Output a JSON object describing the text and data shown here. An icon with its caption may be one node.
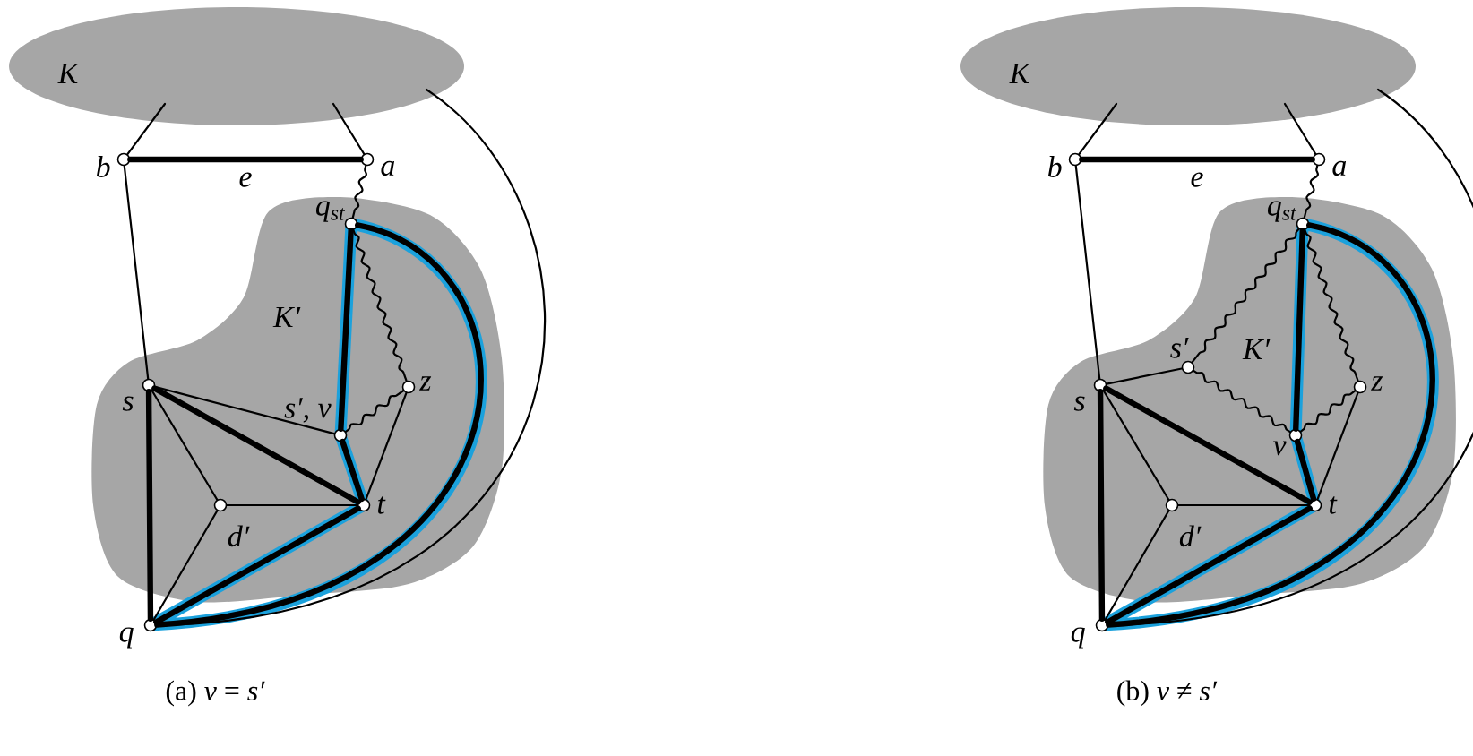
{
  "diagram": {
    "nodes": [
      {
        "text": [
          "K"
        ]
      },
      {
        "text": [],
        "shape": "circle",
        "beside": [
          "b"
        ]
      },
      {
        "text": [],
        "shape": "circle",
        "beside": [
          "a"
        ]
      },
      {
        "text": [
          "K′"
        ]
      },
      {
        "text": [],
        "shape": "circle",
        "beside": [
          "q$_{st}$"
        ],
        "in": 3
      },
      {
        "text": [],
        "shape": "circle",
        "beside": [
          "z"
        ],
        "in": 3
      },
      {
        "text": [],
        "shape": "circle",
        "beside": [
          "s′, v"
        ],
        "in": 3
      },
      {
        "text": [],
        "shape": "circle",
        "beside": [
          "s"
        ],
        "in": 3
      },
      {
        "text": [],
        "shape": "circle",
        "beside": [
          "d′"
        ],
        "in": 3
      },
      {
        "text": [],
        "shape": "circle",
        "beside": [
          "t"
        ],
        "in": 3
      },
      {
        "text": [],
        "shape": "circle",
        "beside": [
          "q"
        ]
      },
      {
        "text": [
          "K"
        ]
      },
      {
        "text": [],
        "shape": "circle",
        "beside": [
          "b"
        ]
      },
      {
        "text": [],
        "shape": "circle",
        "beside": [
          "a"
        ]
      },
      {
        "text": [
          "K′"
        ]
      },
      {
        "text": [],
        "shape": "circle",
        "beside": [
          "q$_{st}$"
        ],
        "in": 14
      },
      {
        "text": [],
        "shape": "circle",
        "beside": [
          "s′"
        ],
        "in": 14
      },
      {
        "text": [],
        "shape": "circle",
        "beside": [
          "z"
        ],
        "in": 14
      },
      {
        "text": [],
        "shape": "circle",
        "beside": [
          "v"
        ],
        "in": 14
      },
      {
        "text": [],
        "shape": "circle",
        "beside": [
          "s"
        ],
        "in": 14
      },
      {
        "text": [],
        "shape": "circle",
        "beside": [
          "d′"
        ],
        "in": 14
      },
      {
        "text": [],
        "shape": "circle",
        "beside": [
          "t"
        ],
        "in": 14
      },
      {
        "text": [],
        "shape": "circle",
        "beside": [
          "q"
        ]
      }
    ],
    "edges": [
      {
        "from": 0,
        "to": 1,
        "arrow": "none"
      },
      {
        "from": 0,
        "to": 2,
        "arrow": "none"
      },
      {
        "from": 0,
        "to": 10,
        "arrow": "none"
      },
      {
        "from": 1,
        "to": 2,
        "arrow": "none",
        "label": "e",
        "style": "thick"
      },
      {
        "from": 1,
        "to": 7,
        "arrow": "none"
      },
      {
        "from": 2,
        "to": 4,
        "arrow": "none"
      },
      {
        "from": 4,
        "to": 6,
        "arrow": "none",
        "style": "thick"
      },
      {
        "from": 4,
        "to": 5,
        "arrow": "none"
      },
      {
        "from": 4,
        "to": 10,
        "arrow": "none",
        "style": "thick"
      },
      {
        "from": 7,
        "to": 6,
        "arrow": "none"
      },
      {
        "from": 6,
        "to": 5,
        "arrow": "none"
      },
      {
        "from": 6,
        "to": 9,
        "arrow": "none",
        "style": "thick"
      },
      {
        "from": 5,
        "to": 9,
        "arrow": "none"
      },
      {
        "from": 7,
        "to": 9,
        "arrow": "none",
        "style": "thick"
      },
      {
        "from": 7,
        "to": 8,
        "arrow": "none"
      },
      {
        "from": 7,
        "to": 10,
        "arrow": "none",
        "style": "thick"
      },
      {
        "from": 8,
        "to": 9,
        "arrow": "none"
      },
      {
        "from": 8,
        "to": 10,
        "arrow": "none"
      },
      {
        "from": 9,
        "to": 10,
        "arrow": "none",
        "style": "thick"
      },
      {
        "from": 11,
        "to": 12,
        "arrow": "none"
      },
      {
        "from": 11,
        "to": 13,
        "arrow": "none"
      },
      {
        "from": 11,
        "to": 22,
        "arrow": "none"
      },
      {
        "from": 12,
        "to": 13,
        "arrow": "none",
        "label": "e",
        "style": "thick"
      },
      {
        "from": 12,
        "to": 19,
        "arrow": "none"
      },
      {
        "from": 13,
        "to": 15,
        "arrow": "none"
      },
      {
        "from": 15,
        "to": 16,
        "arrow": "none"
      },
      {
        "from": 15,
        "to": 18,
        "arrow": "none",
        "style": "thick"
      },
      {
        "from": 15,
        "to": 17,
        "arrow": "none"
      },
      {
        "from": 15,
        "to": 22,
        "arrow": "none",
        "style": "thick"
      },
      {
        "from": 19,
        "to": 16,
        "arrow": "none"
      },
      {
        "from": 16,
        "to": 18,
        "arrow": "none"
      },
      {
        "from": 18,
        "to": 17,
        "arrow": "none"
      },
      {
        "from": 18,
        "to": 21,
        "arrow": "none",
        "style": "thick"
      },
      {
        "from": 17,
        "to": 21,
        "arrow": "none"
      },
      {
        "from": 19,
        "to": 21,
        "arrow": "none",
        "style": "thick"
      },
      {
        "from": 19,
        "to": 20,
        "arrow": "none"
      },
      {
        "from": 19,
        "to": 22,
        "arrow": "none",
        "style": "thick"
      },
      {
        "from": 20,
        "to": 21,
        "arrow": "none"
      },
      {
        "from": 20,
        "to": 22,
        "arrow": "none"
      },
      {
        "from": 21,
        "to": 22,
        "arrow": "none",
        "style": "thick"
      }
    ],
    "labels": [
      "(a) *v* = *s′*",
      "(b) *v* ≠ *s′*"
    ]
  }
}
